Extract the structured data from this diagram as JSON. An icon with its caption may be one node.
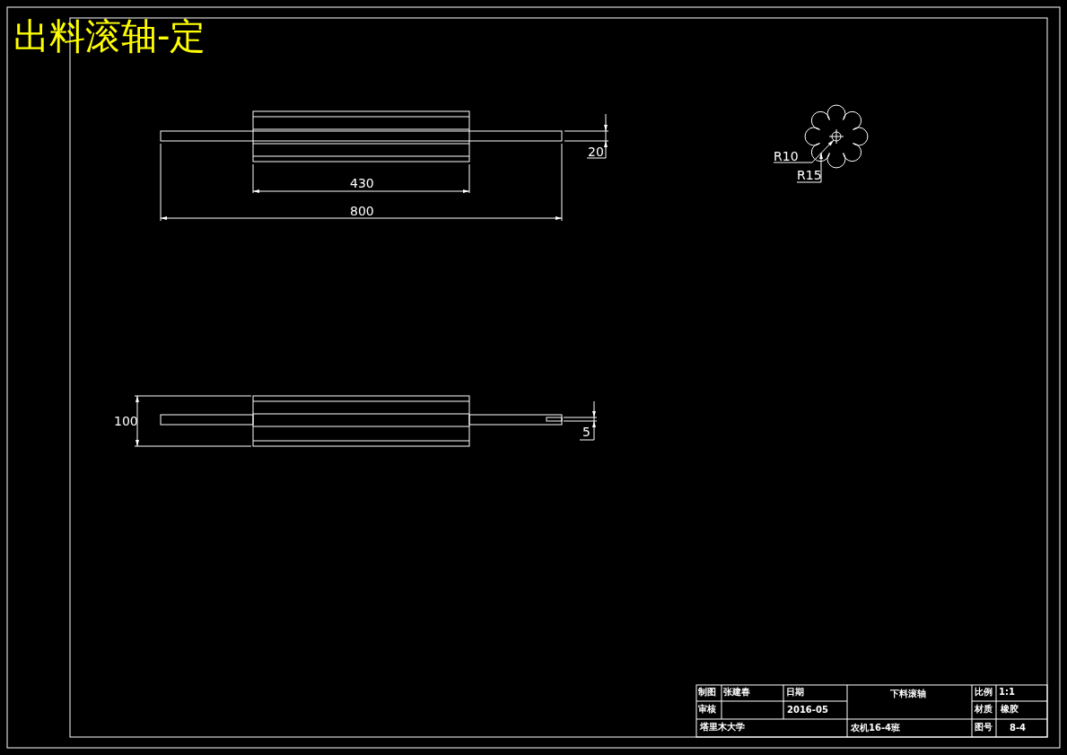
{
  "diagram": {
    "title": "出料滚轴-定",
    "labels": [
      "20",
      "430",
      "800",
      "R10",
      "R15",
      "100",
      "5",
      "制图",
      "张建春",
      "日期",
      "下料滚轴",
      "比例",
      "1:1",
      "审核",
      "2016-05",
      "材质",
      "橡胶",
      "塔里木大学",
      "农机16-4班",
      "图号",
      "8-4"
    ]
  }
}
